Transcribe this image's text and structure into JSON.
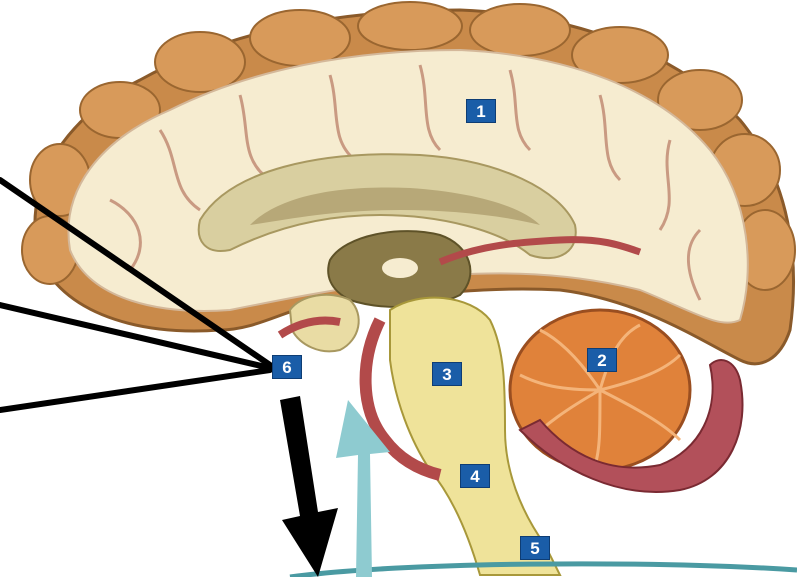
{
  "labels": {
    "l1": "1",
    "l2": "2",
    "l3": "3",
    "l4": "4",
    "l5": "5",
    "l6": "6"
  },
  "colors": {
    "label_fill": "#1a5da8",
    "cortex": "#c98a4a",
    "white_matter": "#f6ecd0",
    "cerebellum": "#e0823a",
    "brainstem": "#efe39a",
    "down_arrow": "#000000",
    "up_arrow": "#8ecbd0",
    "bottom_curve": "#4a9aa2"
  },
  "icons": [
    "down-arrow",
    "up-arrow",
    "pointer-lines"
  ]
}
